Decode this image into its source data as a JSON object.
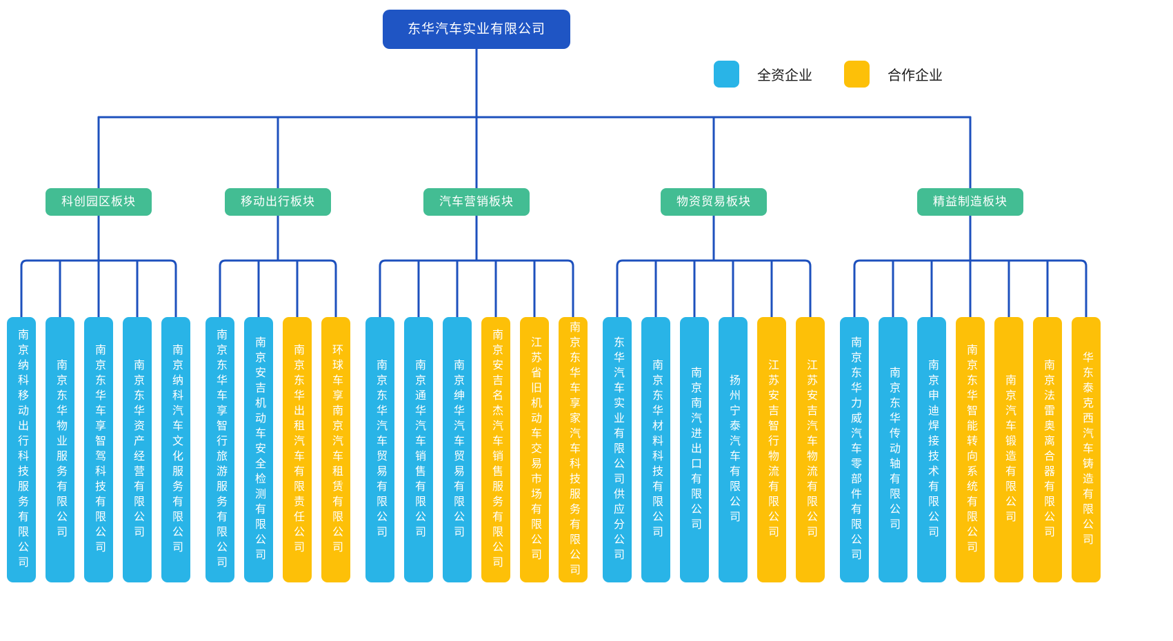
{
  "root": {
    "label": "东华汽车实业有限公司"
  },
  "legend": {
    "items": [
      {
        "label": "全资企业",
        "type": "wholly"
      },
      {
        "label": "合作企业",
        "type": "partner"
      }
    ]
  },
  "colors": {
    "root_bg": "#1f55c4",
    "line": "#1d50bd",
    "branch_bg": "#43bd93",
    "wholly": "#29b4e7",
    "partner": "#fdc008",
    "node_text": "#ffffff",
    "legend_text": "#1a1a1a"
  },
  "branches": [
    {
      "label": "科创园区板块",
      "children": [
        {
          "name": "南京纳科移动出行科技服务有限公司",
          "type": "wholly"
        },
        {
          "name": "南京东华物业服务有限公司",
          "type": "wholly"
        },
        {
          "name": "南京东华车享智驾科技有限公司",
          "type": "wholly"
        },
        {
          "name": "南京东华资产经营有限公司",
          "type": "wholly"
        },
        {
          "name": "南京纳科汽车文化服务有限公司",
          "type": "wholly"
        }
      ]
    },
    {
      "label": "移动出行板块",
      "children": [
        {
          "name": "南京东华车享智行旅游服务有限公司",
          "type": "wholly"
        },
        {
          "name": "南京安吉机动车安全检测有限公司",
          "type": "wholly"
        },
        {
          "name": "南京东华出租汽车有限责任公司",
          "type": "partner"
        },
        {
          "name": "环球车享南京汽车租赁有限公司",
          "type": "partner"
        }
      ]
    },
    {
      "label": "汽车营销板块",
      "children": [
        {
          "name": "南京东华汽车贸易有限公司",
          "type": "wholly"
        },
        {
          "name": "南京通华汽车销售有限公司",
          "type": "wholly"
        },
        {
          "name": "南京绅华汽车贸易有限公司",
          "type": "wholly"
        },
        {
          "name": "南京安吉名杰汽车销售服务有限公司",
          "type": "partner"
        },
        {
          "name": "江苏省旧机动车交易市场有限公司",
          "type": "partner"
        },
        {
          "name": "南京东华车享家汽车科技服务有限公司",
          "type": "partner"
        }
      ]
    },
    {
      "label": "物资贸易板块",
      "children": [
        {
          "name": "东华汽车实业有限公司供应分公司",
          "type": "wholly"
        },
        {
          "name": "南京东华材料科技有限公司",
          "type": "wholly"
        },
        {
          "name": "南京南汽进出口有限公司",
          "type": "wholly"
        },
        {
          "name": "扬州宁泰汽车有限公司",
          "type": "wholly"
        },
        {
          "name": "江苏安吉智行物流有限公司",
          "type": "partner"
        },
        {
          "name": "江苏安吉汽车物流有限公司",
          "type": "partner"
        }
      ]
    },
    {
      "label": "精益制造板块",
      "children": [
        {
          "name": "南京东华力威汽车零部件有限公司",
          "type": "wholly"
        },
        {
          "name": "南京东华传动轴有限公司",
          "type": "wholly"
        },
        {
          "name": "南京申迪焊接技术有限公司",
          "type": "wholly"
        },
        {
          "name": "南京东华智能转向系统有限公司",
          "type": "partner"
        },
        {
          "name": "南京汽车锻造有限公司",
          "type": "partner"
        },
        {
          "name": "南京法雷奥离合器有限公司",
          "type": "partner"
        },
        {
          "name": "华东泰克西汽车铸造有限公司",
          "type": "partner"
        }
      ]
    }
  ]
}
